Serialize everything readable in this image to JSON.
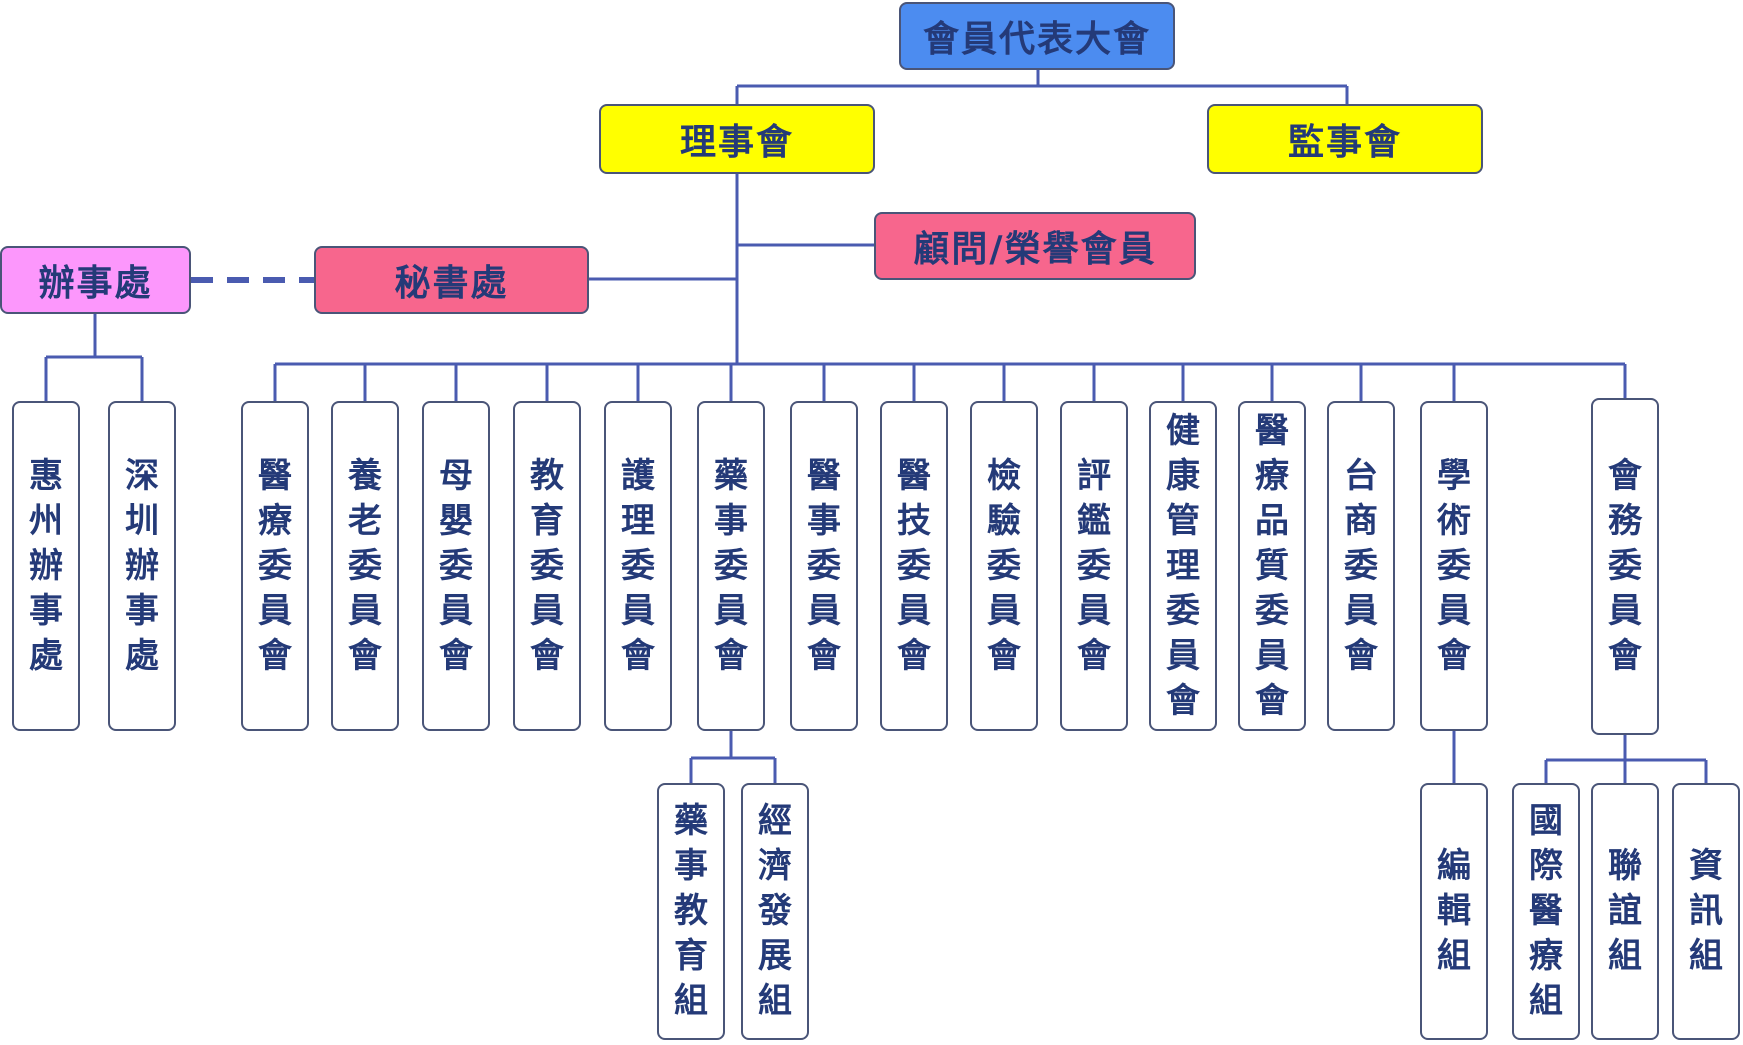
{
  "colors": {
    "assembly": "#4c8cf0",
    "board": "#ffff00",
    "advisors": "#f7668d",
    "office": "#fc97fc",
    "line": "#4a5bb0",
    "text": "#243a78"
  },
  "assembly": {
    "label": "會員代表大會"
  },
  "board_directors": {
    "label": "理事會"
  },
  "board_supervisors": {
    "label": "監事會"
  },
  "advisors": {
    "label": "顧問/榮譽會員"
  },
  "secretariat": {
    "label": "秘書處"
  },
  "office": {
    "label": "辦事處",
    "branches": [
      "惠州辦事處",
      "深圳辦事處"
    ]
  },
  "committees": [
    "醫療委員會",
    "養老委員會",
    "母嬰委員會",
    "教育委員會",
    "護理委員會",
    "藥事委員會",
    "醫事委員會",
    "醫技委員會",
    "檢驗委員會",
    "評鑑委員會",
    "健康管理委員會",
    "醫療品質委員會",
    "台商委員會",
    "學術委員會",
    "會務委員會"
  ],
  "pharmacy_groups": [
    "藥事教育組",
    "經濟發展組"
  ],
  "academic_groups": [
    "編輯組"
  ],
  "affairs_groups": [
    "國際醫療組",
    "聯誼組",
    "資訊組"
  ]
}
